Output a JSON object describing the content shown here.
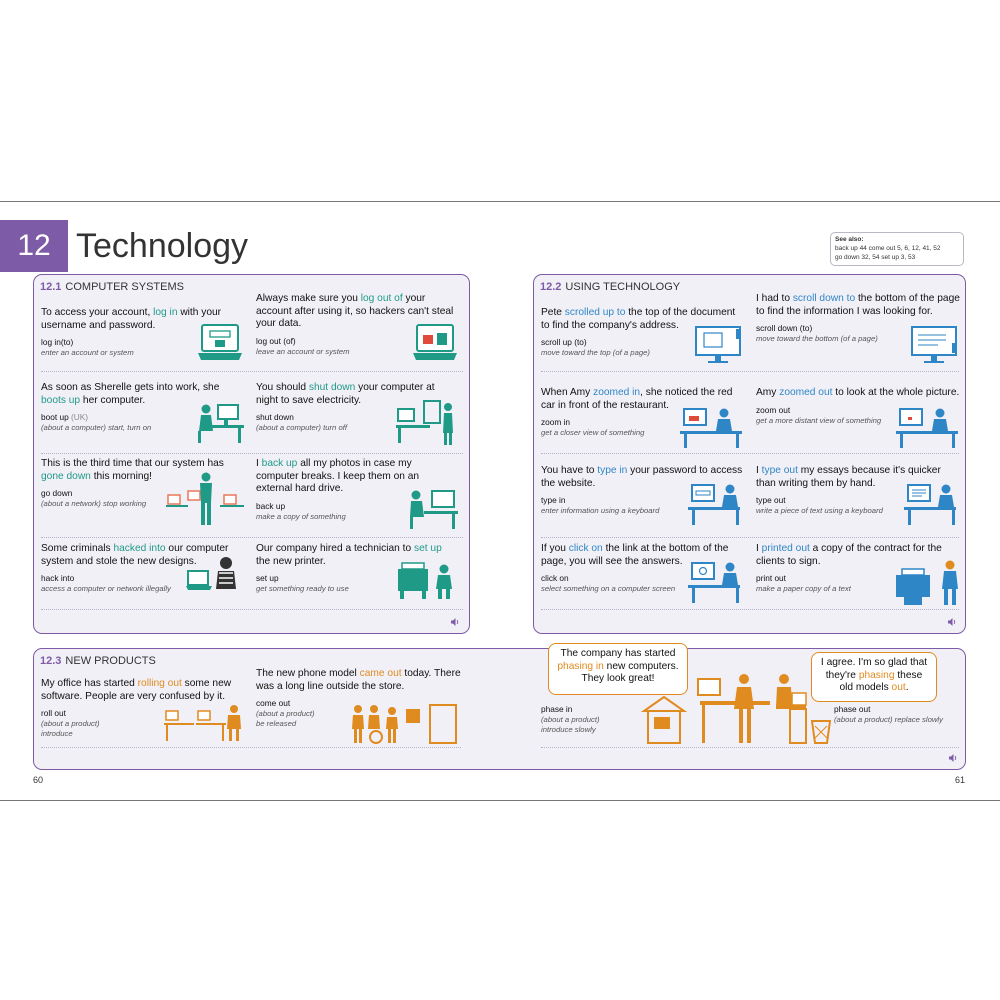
{
  "chapter": {
    "number": "12",
    "title": "Technology"
  },
  "see_also": {
    "label": "See also:",
    "line1": "back up 44  come out 5, 6, 12, 41, 52",
    "line2": "go down 32, 54  set up 3, 53"
  },
  "sections": [
    {
      "num": "12.1",
      "title": "COMPUTER SYSTEMS"
    },
    {
      "num": "12.2",
      "title": "USING TECHNOLOGY"
    },
    {
      "num": "12.3",
      "title": "NEW PRODUCTS"
    }
  ],
  "computer_systems": [
    {
      "s1": "To access your account, ",
      "hl": "log in",
      "s2": " with your username and password.",
      "pv": "log in(to)",
      "uk": "",
      "def": "enter an account or system"
    },
    {
      "s1": "Always make sure you ",
      "hl": "log out of",
      "s2": " your account after using it, so hackers can't steal your data.",
      "pv": "log out (of)",
      "uk": "",
      "def": "leave an account or system"
    },
    {
      "s1": "As soon as Sherelle gets into work, she ",
      "hl": "boots up",
      "s2": " her computer.",
      "pv": "boot up",
      "uk": "(UK)",
      "def": "(about a computer) start, turn on"
    },
    {
      "s1": "You should ",
      "hl": "shut down",
      "s2": " your computer at night to save electricity.",
      "pv": "shut down",
      "uk": "",
      "def": "(about a computer) turn off"
    },
    {
      "s1": "This is the third time that our system has ",
      "hl": "gone down",
      "s2": " this morning!",
      "pv": "go down",
      "uk": "",
      "def": "(about a network) stop working"
    },
    {
      "s1": "I ",
      "hl": "back up",
      "s2": " all my photos in case my computer breaks. I keep them on an external hard drive.",
      "pv": "back up",
      "uk": "",
      "def": "make a copy of something"
    },
    {
      "s1": "Some criminals ",
      "hl": "hacked into",
      "s2": " our computer system and stole the new designs.",
      "pv": "hack into",
      "uk": "",
      "def": "access a computer or network illegally"
    },
    {
      "s1": "Our company hired a technician to ",
      "hl": "set up",
      "s2": " the new printer.",
      "pv": "set up",
      "uk": "",
      "def": "get something ready to use"
    }
  ],
  "using_technology": [
    {
      "s1": "Pete ",
      "hl": "scrolled up to",
      "s2": " the top of the document to find the company's address.",
      "pv": "scroll up (to)",
      "def": "move toward the top (of a page)"
    },
    {
      "s1": "I had to ",
      "hl": "scroll down to",
      "s2": " the bottom of the page to find the information I was looking for.",
      "pv": "scroll down (to)",
      "def": "move toward the bottom (of a page)"
    },
    {
      "s1": "When Amy ",
      "hl": "zoomed in",
      "s2": ", she noticed the red car in front of the restaurant.",
      "pv": "zoom in",
      "def": "get a closer view of something"
    },
    {
      "s1": "Amy ",
      "hl": "zoomed out",
      "s2": " to look at the whole picture.",
      "pv": "zoom out",
      "def": "get a more distant view of something"
    },
    {
      "s1": "You have to ",
      "hl": "type in",
      "s2": " your password to access the website.",
      "pv": "type in",
      "def": "enter information using a keyboard"
    },
    {
      "s1": "I ",
      "hl": "type out",
      "s2": " my essays because it's quicker than writing them by hand.",
      "pv": "type out",
      "def": "write a piece of text using a keyboard"
    },
    {
      "s1": "If you ",
      "hl": "click on",
      "s2": " the link at the bottom of the page, you will see the answers.",
      "pv": "click on",
      "def": "select something on a computer screen"
    },
    {
      "s1": "I ",
      "hl": "printed out",
      "s2": " a copy of the contract for the clients to sign.",
      "pv": "print out",
      "def": "make a paper copy of a text"
    }
  ],
  "new_products": [
    {
      "s1": "My office has started ",
      "hl": "rolling out",
      "s2": " some new software. People are very confused by it.",
      "pv": "roll out",
      "def1": "(about a product)",
      "def2": "introduce"
    },
    {
      "s1": "The new phone model ",
      "hl": "came out",
      "s2": " today. There was a long line outside the store.",
      "pv": "come out",
      "def1": "(about a product)",
      "def2": "be released"
    },
    {
      "pv": "phase in",
      "def1": "(about a product)",
      "def2": "introduce slowly"
    },
    {
      "pv": "phase out",
      "def1": "(about a product) replace slowly",
      "def2": ""
    }
  ],
  "bubbles": [
    {
      "s1": "The company has started ",
      "hl": "phasing in",
      "s2": " new computers. They look great!"
    },
    {
      "s1": "I agree. I'm so glad that they're ",
      "hl": "phasing",
      "s2": " these old models ",
      "hl2": "out",
      "s3": "."
    }
  ],
  "page_numbers": {
    "left": "60",
    "right": "61"
  },
  "colors": {
    "purple": "#7d5ba6",
    "teal": "#1f9a87",
    "blue": "#2f86c6",
    "orange": "#e08b1f"
  }
}
